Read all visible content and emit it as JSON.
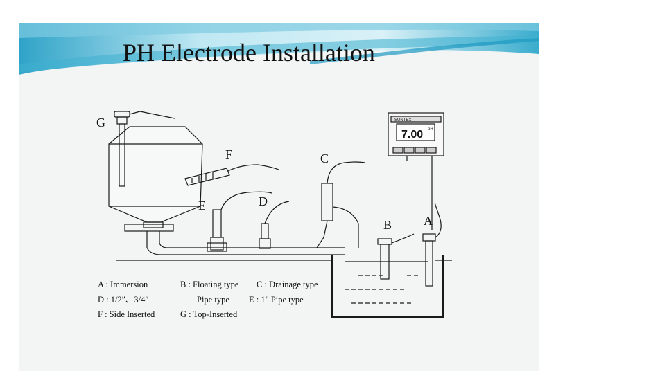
{
  "slide": {
    "title": "PH Electrode Installation"
  },
  "labels": {
    "g": "G",
    "f": "F",
    "e": "E",
    "d": "D",
    "c": "C",
    "b": "B",
    "a": "A"
  },
  "meter": {
    "brand": "SUNTEX",
    "reading": "7.00",
    "unit": "pH"
  },
  "legend": {
    "a": "A : Immersion",
    "b": "B : Floating type",
    "c": "C : Drainage type",
    "d": "D : 1/2″、3/4″",
    "d_suffix": "Pipe type",
    "e": "E : 1\" Pipe type",
    "f": "F : Side Inserted",
    "g": "G : Top-Inserted"
  },
  "colors": {
    "banner_light": "#dff3f8",
    "banner_mid": "#8fd3e6",
    "banner_dark": "#38a9cb",
    "slide_bg": "#f3f5f5",
    "line": "#1a1a1a"
  }
}
